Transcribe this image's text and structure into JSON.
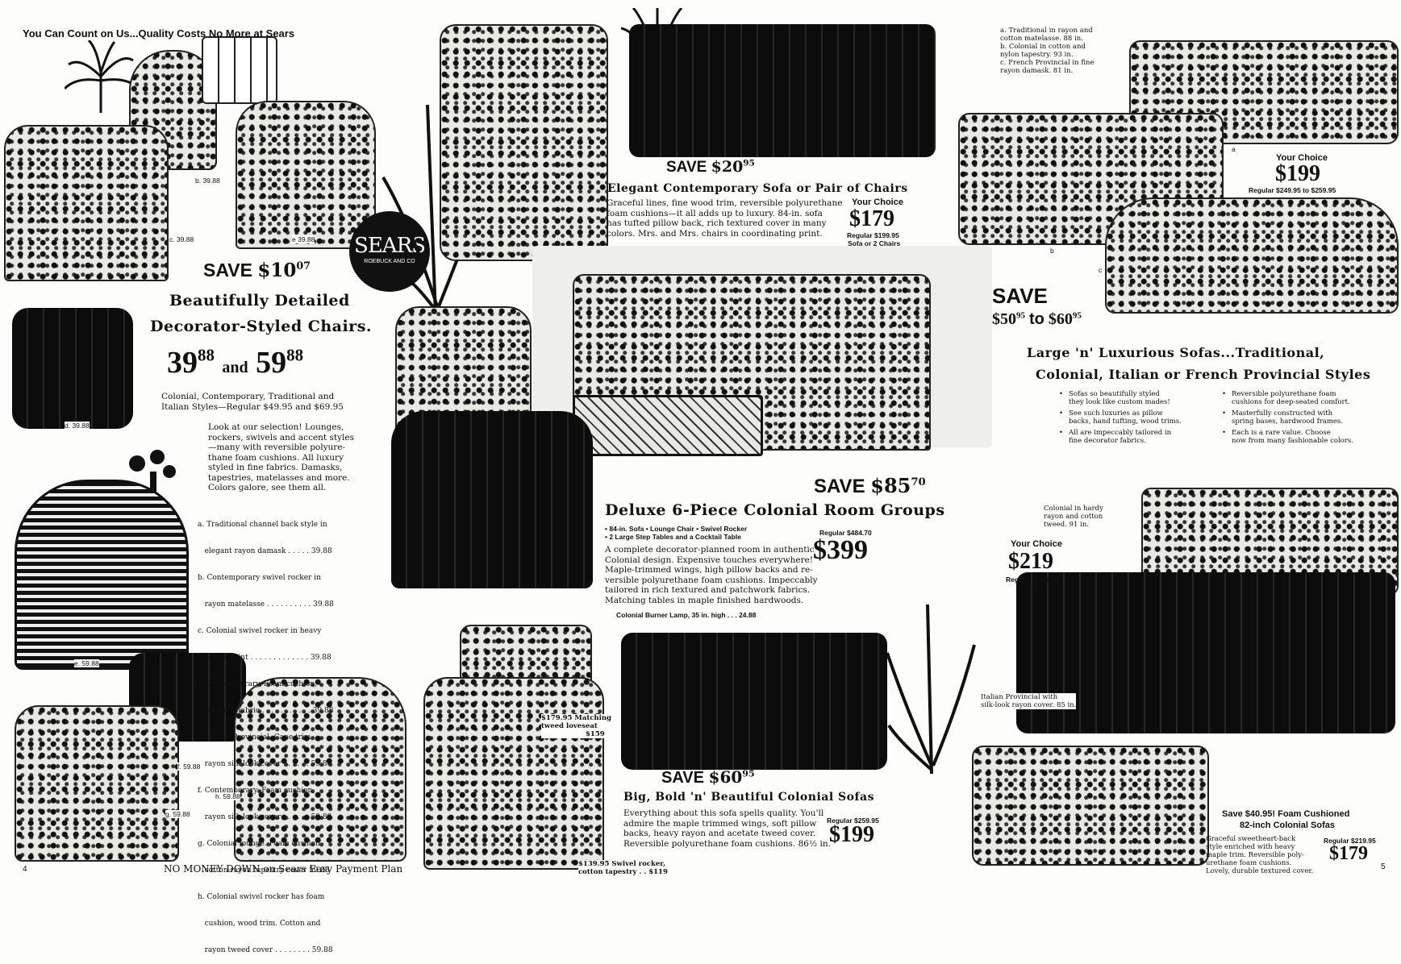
{
  "top_banner": "You Can Count on Us...Quality Costs No More at Sears",
  "logo": {
    "name": "SEARS",
    "sub": "ROEBUCK AND CO"
  },
  "page_left": "4",
  "page_right": "5",
  "footer_left": {
    "strong": "NO MONEY DOWN",
    "rest": " on Sears Easy Payment Plan"
  },
  "chairs": {
    "save_label": "SAVE",
    "save_amount": "$10",
    "save_cents": "07",
    "headline_1": "Beautifully Detailed",
    "headline_2": "Decorator-Styled Chairs.",
    "price_a": "39",
    "price_a_cents": "88",
    "price_and": "and",
    "price_b": "59",
    "price_b_cents": "88",
    "sub_1": "Colonial, Contemporary, Traditional and",
    "sub_2": "Italian Styles—Regular $49.95 and $69.95",
    "body": [
      "Look at our selection! Lounges,",
      "rockers, swivels and accent styles",
      "—many with reversible polyure-",
      "thane foam cushions. All luxury",
      "styled in fine fabrics. Damasks,",
      "tapestries, matelasses and more.",
      "Colors galore, see them all."
    ],
    "items": [
      "a. Traditional channel back style in",
      "   elegant rayon damask . . . . . 39.88",
      "b. Contemporary swivel rocker in",
      "   rayon matelasse . . . . . . . . . . 39.88",
      "c. Colonial swivel rocker in heavy",
      "   cotton print . . . . . . . . . . . . . 39.88",
      "d. Contemporary. Foam cushion,",
      "   textured fabric . . . . . . . . . . . 39.88",
      "e. Italian Provincial. Cane trim,",
      "   rayon silk-look cover . . . . . . 59.88",
      "f. Contemporary. Foam cushion,",
      "   rayon silk-look cover . . . . . . 59.88",
      "g. Colonial lounge. Foam cushion,",
      "   cotton-rayon tapestry cover 59.88",
      "h. Colonial swivel rocker has foam",
      "   cushion, wood trim. Cotton and",
      "   rayon tweed cover . . . . . . . . 59.88"
    ],
    "tags": {
      "b": "b. 39.88",
      "c": "c. 39.88",
      "e_top": "e 39.88",
      "d": "d. 39.88",
      "e": "e. 59.88",
      "f": "f. 59.88",
      "g": "g. 59.88",
      "h": "h. 59.88"
    }
  },
  "contemporary": {
    "save_label": "SAVE",
    "save_amount": "$20",
    "save_cents": "95",
    "headline": "Elegant Contemporary Sofa or Pair of Chairs",
    "body": [
      "Graceful lines, fine wood trim, reversible polyurethane",
      "foam cushions—it all adds up to luxury. 84-in. sofa",
      "has tufted pillow back, rich textured cover in many",
      "colors. Mrs. and Mrs. chairs in coordinating print."
    ],
    "choice_label": "Your Choice",
    "price": "$179",
    "regular": "Regular $199.95",
    "regular_2": "Sofa or 2 Chairs"
  },
  "colonial_group": {
    "save_label": "SAVE",
    "save_amount": "$85",
    "save_cents": "70",
    "headline": "Deluxe 6-Piece Colonial Room Groups",
    "bullets_1": "• 84-in. Sofa  • Lounge Chair  • Swivel Rocker",
    "bullets_2": "• 2 Large Step Tables and a Cocktail Table",
    "regular": "Regular $484.70",
    "price": "$399",
    "body": [
      "A complete decorator-planned room in authentic",
      "Colonial design. Expensive touches everywhere!",
      "Maple-trimmed wings, high pillow backs and re-",
      "versible polyurethane foam cushions. Impeccably",
      "tailored in rich textured and patchwork fabrics.",
      "Matching tables in maple finished hardwoods."
    ],
    "lamp": "Colonial Burner Lamp, 35 in. high . . . 24.88"
  },
  "large_sofas": {
    "notes": [
      "a. Traditional in rayon and",
      "cotton matelasse. 88 in.",
      "b. Colonial in cotton and",
      "nylon tapestry. 93 in.",
      "c. French Provincial in fine",
      "rayon damask. 81 in."
    ],
    "choice_label": "Your Choice",
    "price": "$199",
    "regular": "Regular $249.95 to $259.95",
    "save_label": "SAVE",
    "save_range_a": "$50",
    "save_range_a_cents": "95",
    "save_to": "to",
    "save_range_b": "$60",
    "save_range_b_cents": "95",
    "headline_1": "Large 'n' Luxurious Sofas...Traditional,",
    "headline_2": "Colonial, Italian or French Provincial Styles",
    "bullets_left": [
      [
        "Sofas so beautifully styled",
        "they look like custom mades!"
      ],
      [
        "See such luxuries as pillow",
        "backs, hand tufting, wood trims."
      ],
      [
        "All are impeccably tailored in",
        "fine decorator fabrics."
      ]
    ],
    "bullets_right": [
      [
        "Reversible polyurethane foam",
        "cushions for deep-seated comfort."
      ],
      [
        "Masterfully constructed with",
        "spring bases, hardwood frames."
      ],
      [
        "Each is a rare value. Choose",
        "now from many fashionable colors."
      ]
    ],
    "label_a": "a",
    "label_b": "b",
    "label_c": "c"
  },
  "colonial_hardy": {
    "note": [
      "Colonial in hardy",
      "rayon and cotton",
      "tweed. 91 in."
    ],
    "choice_label": "Your Choice",
    "price": "$219",
    "regular": "Regular $269.95",
    "italian_note": [
      "Italian Provincial with",
      "silk-look rayon cover. 85 in."
    ]
  },
  "colonial_sofas": {
    "save_label": "SAVE",
    "save_amount": "$60",
    "save_cents": "95",
    "headline": "Big, Bold 'n' Beautiful Colonial Sofas",
    "body": [
      "Everything about this sofa spells quality. You'll",
      "admire the maple trimmed wings, soft pillow",
      "backs, heavy rayon and acetate tweed cover.",
      "Reversible polyurethane foam cushions. 86½ in."
    ],
    "regular": "Regular $259.95",
    "price": "$199",
    "loveseat": [
      "$179.95 Matching",
      "tweed loveseat",
      "$159"
    ],
    "rocker": [
      "$139.95 Swivel rocker,",
      "cotton tapestry . . $119"
    ]
  },
  "foam_sofas": {
    "headline_1": "Save $40.95! Foam Cushioned",
    "headline_2": "82-inch Colonial Sofas",
    "body": [
      "Graceful sweetheart-back",
      "style enriched with heavy",
      "maple trim. Reversible poly-",
      "urethane foam cushions.",
      "Lovely, durable textured cover."
    ],
    "regular": "Regular $219.95",
    "price": "$179"
  }
}
